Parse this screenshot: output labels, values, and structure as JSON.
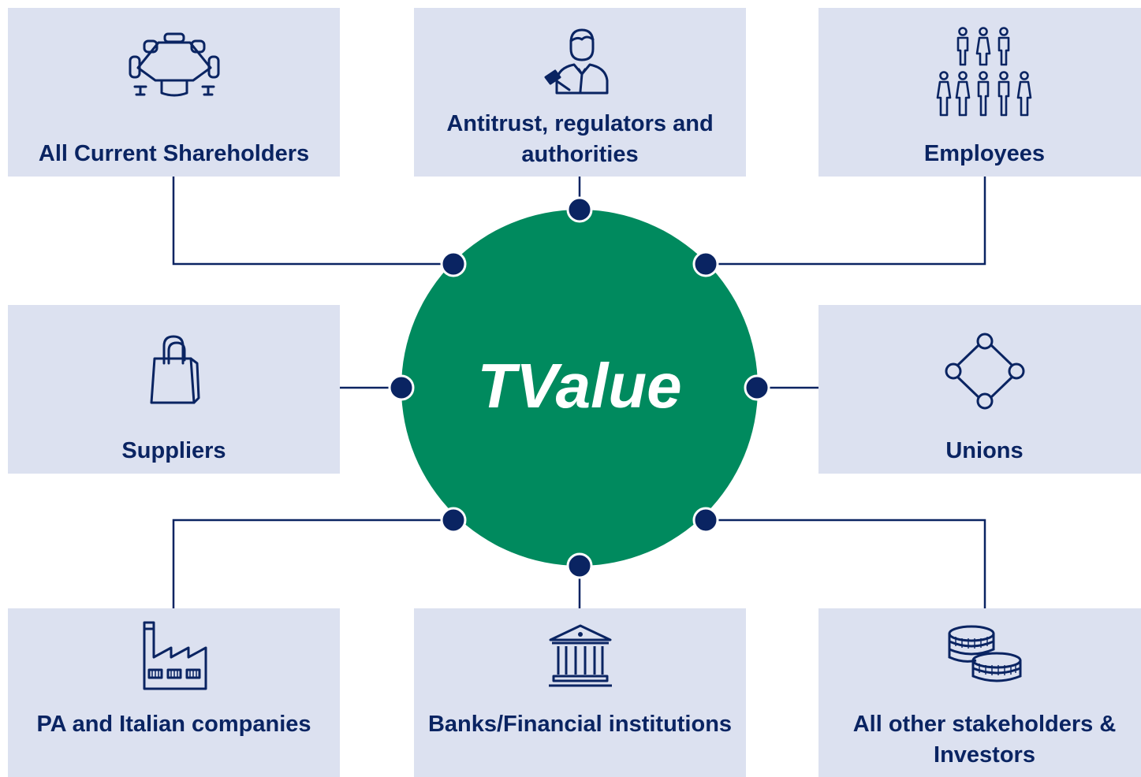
{
  "center": {
    "title": "TValue"
  },
  "stakeholders": {
    "shareholders": "All Current Shareholders",
    "antitrust": "Antitrust, regulators and authorities",
    "employees": "Employees",
    "suppliers": "Suppliers",
    "unions": "Unions",
    "pa_italian": "PA and Italian companies",
    "banks": "Banks/Financial institutions",
    "others": "All other stakeholders & Investors"
  },
  "icons": {
    "shareholders": "boardroom-table-icon",
    "antitrust": "judge-gavel-icon",
    "employees": "people-group-icon",
    "suppliers": "shopping-bag-icon",
    "unions": "network-circle-icon",
    "pa_italian": "factory-icon",
    "banks": "bank-building-icon",
    "others": "coins-stack-icon"
  },
  "colors": {
    "box_fill": "#dce1f0",
    "text_navy": "#0a2462",
    "center_green": "#008a5e",
    "connector": "#0a2462"
  }
}
